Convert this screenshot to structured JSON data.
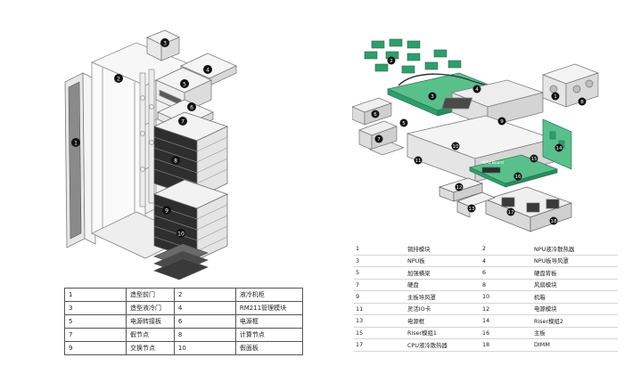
{
  "rack_callouts": [
    "1",
    "2",
    "3",
    "4",
    "5",
    "6",
    "7",
    "8",
    "9",
    "10"
  ],
  "server_callouts": [
    "1",
    "2",
    "3",
    "4",
    "5",
    "6",
    "7",
    "8",
    "9",
    "10",
    "11",
    "12",
    "13",
    "14",
    "15",
    "16",
    "17",
    "18"
  ],
  "server_board_label": "NPU Board",
  "rack_table": [
    {
      "n1": "1",
      "l1": "造型前门",
      "n2": "2",
      "l2": "液冷机柜"
    },
    {
      "n1": "3",
      "l1": "造型液冷门",
      "n2": "4",
      "l2": "RM211管理模块"
    },
    {
      "n1": "5",
      "l1": "电源转接板",
      "n2": "6",
      "l2": "电源框"
    },
    {
      "n1": "7",
      "l1": "假节点",
      "n2": "8",
      "l2": "计算节点"
    },
    {
      "n1": "9",
      "l1": "交换节点",
      "n2": "10",
      "l2": "假面板"
    }
  ],
  "server_table": [
    {
      "n1": "1",
      "l1": "铜排模块",
      "n2": "2",
      "l2": "NPU液冷散热器"
    },
    {
      "n1": "3",
      "l1": "NPU板",
      "n2": "4",
      "l2": "NPU板导风罩"
    },
    {
      "n1": "5",
      "l1": "加强横梁",
      "n2": "6",
      "l2": "硬盘背板"
    },
    {
      "n1": "7",
      "l1": "硬盘",
      "n2": "8",
      "l2": "风扇模块"
    },
    {
      "n1": "9",
      "l1": "主板导风罩",
      "n2": "10",
      "l2": "机箱"
    },
    {
      "n1": "11",
      "l1": "灵活IO卡",
      "n2": "12",
      "l2": "电源模块"
    },
    {
      "n1": "13",
      "l1": "电源框",
      "n2": "14",
      "l2": "Riser模组2"
    },
    {
      "n1": "15",
      "l1": "Riser模组1",
      "n2": "16",
      "l2": "主板"
    },
    {
      "n1": "17",
      "l1": "CPU液冷散热器",
      "n2": "18",
      "l2": "DIMM"
    }
  ],
  "colors": {
    "line": "#7d7d7d",
    "rack_fill": "#f2f2f2",
    "door_dark": "#6e6e6e",
    "node_dark": "#2e2e2e",
    "board_green": "#2f9e6b",
    "board_light": "#59c08c",
    "badge": "#111111"
  }
}
